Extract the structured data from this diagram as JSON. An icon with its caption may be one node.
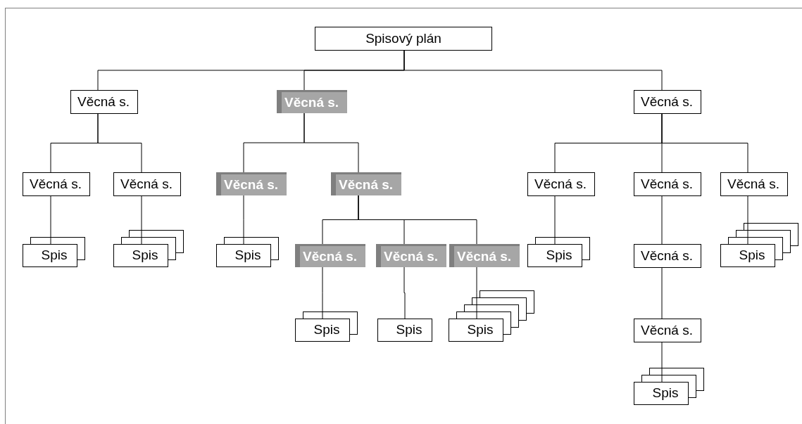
{
  "diagram": {
    "nodes": [
      {
        "text": [
          "Spisový plán"
        ]
      },
      {
        "text": [
          "Věcná s."
        ]
      },
      {
        "text": [
          "Věcná s."
        ]
      },
      {
        "text": [
          "Věcná s."
        ]
      },
      {
        "text": [
          "Věcná s."
        ]
      },
      {
        "text": [
          "Věcná s."
        ]
      },
      {
        "text": [
          "Věcná s."
        ]
      },
      {
        "text": [
          "Věcná s."
        ]
      },
      {
        "text": [
          "Věcná s."
        ]
      },
      {
        "text": [
          "Věcná s."
        ]
      },
      {
        "text": [
          "Věcná s."
        ]
      },
      {
        "text": [
          "Spis"
        ]
      },
      {
        "text": [
          "Spis"
        ]
      },
      {
        "text": [
          "Spis"
        ]
      },
      {
        "text": [
          "Věcná s."
        ]
      },
      {
        "text": [
          "Věcná s."
        ]
      },
      {
        "text": [
          "Věcná s."
        ]
      },
      {
        "text": [
          "Spis"
        ]
      },
      {
        "text": [
          "Věcná s."
        ]
      },
      {
        "text": [
          "Spis"
        ]
      },
      {
        "text": [
          "Spis"
        ]
      },
      {
        "text": [
          "Spis"
        ]
      },
      {
        "text": [
          "Spis"
        ]
      },
      {
        "text": [
          "Věcná s."
        ]
      },
      {
        "text": [
          "Spis"
        ]
      }
    ],
    "edges": [
      {
        "from": 0,
        "to": 1,
        "arrow": "none"
      },
      {
        "from": 0,
        "to": 2,
        "arrow": "none"
      },
      {
        "from": 0,
        "to": 3,
        "arrow": "none"
      },
      {
        "from": 1,
        "to": 4,
        "arrow": "none"
      },
      {
        "from": 1,
        "to": 5,
        "arrow": "none"
      },
      {
        "from": 2,
        "to": 6,
        "arrow": "none"
      },
      {
        "from": 2,
        "to": 7,
        "arrow": "none"
      },
      {
        "from": 3,
        "to": 8,
        "arrow": "none"
      },
      {
        "from": 3,
        "to": 9,
        "arrow": "none"
      },
      {
        "from": 3,
        "to": 10,
        "arrow": "none"
      },
      {
        "from": 4,
        "to": 11,
        "arrow": "none"
      },
      {
        "from": 5,
        "to": 12,
        "arrow": "none"
      },
      {
        "from": 6,
        "to": 13,
        "arrow": "none"
      },
      {
        "from": 7,
        "to": 14,
        "arrow": "none"
      },
      {
        "from": 7,
        "to": 15,
        "arrow": "none"
      },
      {
        "from": 7,
        "to": 16,
        "arrow": "none"
      },
      {
        "from": 8,
        "to": 17,
        "arrow": "none"
      },
      {
        "from": 9,
        "to": 18,
        "arrow": "none"
      },
      {
        "from": 10,
        "to": 19,
        "arrow": "none"
      },
      {
        "from": 14,
        "to": 20,
        "arrow": "none"
      },
      {
        "from": 15,
        "to": 21,
        "arrow": "none"
      },
      {
        "from": 16,
        "to": 22,
        "arrow": "none"
      },
      {
        "from": 18,
        "to": 23,
        "arrow": "none"
      },
      {
        "from": 23,
        "to": 24,
        "arrow": "none"
      }
    ]
  }
}
